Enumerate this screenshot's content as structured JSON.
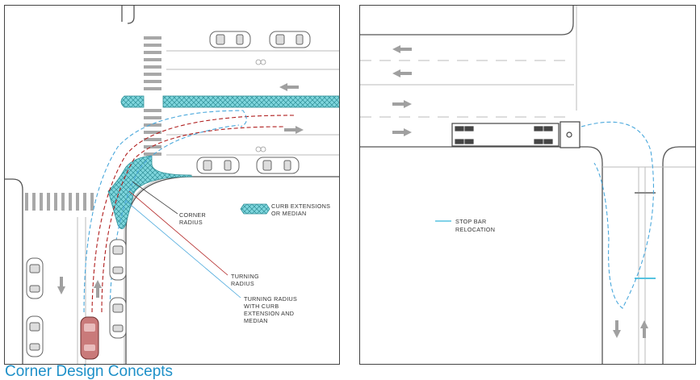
{
  "caption": "Corner Design Concepts",
  "legend": {
    "curb_extensions_line1": "CURB EXTENSIONS",
    "curb_extensions_line2": "OR MEDIAN"
  },
  "labels": {
    "corner_radius_line1": "CORNER",
    "corner_radius_line2": "RADIUS",
    "turning_radius_line1": "TURNING",
    "turning_radius_line2": "RADIUS",
    "turning_curb_line1": "TURNING RADIUS",
    "turning_curb_line2": "WITH CURB",
    "turning_curb_line3": "EXTENSION AND",
    "turning_curb_line4": "MEDIAN",
    "stop_bar_line1": "STOP BAR",
    "stop_bar_line2": "RELOCATION"
  },
  "colors": {
    "curb_extension": "#5ec8d0",
    "turning_radius": "#b01e1e",
    "curb_turning_radius": "#4aa8dc",
    "stop_bar": "#56c3e0",
    "highlight_car": "#c97a7a",
    "caption": "#1e90c8"
  }
}
